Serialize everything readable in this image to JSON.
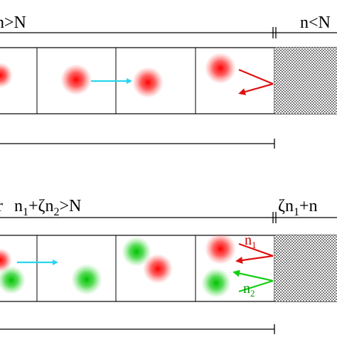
{
  "top_panel": {
    "left_label": "n>N",
    "right_label": "n<N"
  },
  "bottom_panel": {
    "left_label_prefix": "r",
    "left_n1": "n",
    "left_n1_sub": "1",
    "left_plus": "+ζn",
    "left_n2_sub": "2",
    "left_tail": ">N",
    "right_zeta_n": "ζn",
    "right_sub1": "1",
    "right_plus_n": "+n",
    "arrow_label_top": "n",
    "arrow_label_top_sub": "1",
    "arrow_label_bottom": "n",
    "arrow_label_bottom_sub": "2"
  },
  "colors": {
    "particle_red": "#ff1a1a",
    "particle_green": "#19cc19",
    "arrow_cyan": "#27d6ee",
    "arrow_red": "#e01010",
    "arrow_green": "#10d010",
    "label_n1": "#cc0000",
    "label_n2": "#009900"
  }
}
